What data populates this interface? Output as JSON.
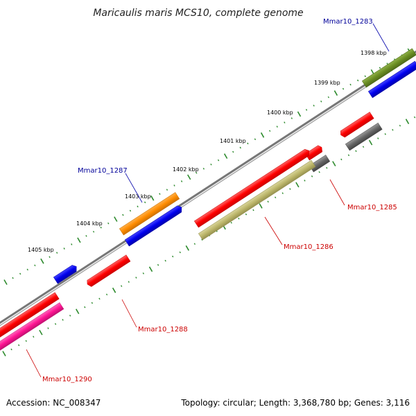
{
  "title": "Maricaulis maris MCS10, complete genome",
  "footer": {
    "accession": "Accession: NC_008347",
    "topology": "Topology: circular; Length: 3,368,780 bp; Genes: 3,116"
  },
  "kbp_labels": [
    "1398 kbp",
    "1399 kbp",
    "1400 kbp",
    "1401 kbp",
    "1402 kbp",
    "1403 kbp",
    "1404 kbp",
    "1405 kbp"
  ],
  "gene_labels": {
    "g1283": "Mmar10_1283",
    "g1285": "Mmar10_1285",
    "g1286": "Mmar10_1286",
    "g1287": "Mmar10_1287",
    "g1288": "Mmar10_1288",
    "g1290": "Mmar10_1290"
  },
  "colors": {
    "backbone": "#888888",
    "tick": "#2e8b2e",
    "red_gene": "#ff0000",
    "blue_gene": "#0000ee",
    "olive_gene": "#6b8e23",
    "orange_gene": "#ff8c00",
    "khaki_gene": "#bdb76b",
    "grey_gene": "#666666",
    "pink_gene": "#ff1493",
    "label_red": "#cc0000",
    "label_blue": "#000099"
  }
}
